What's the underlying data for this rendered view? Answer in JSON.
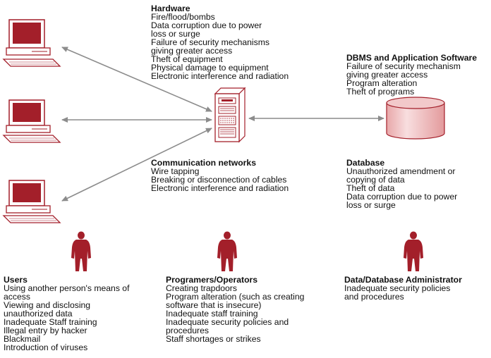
{
  "colors": {
    "accent": "#a31f2a",
    "arrow": "#8c8c8c",
    "text": "#111111"
  },
  "hardware": {
    "title": "Hardware",
    "lines": [
      "Fire/flood/bombs",
      "Data corruption due to power",
      "loss or surge",
      "Failure of security mechanisms",
      "giving greater access",
      "Theft of equipment",
      "Physical damage to equipment",
      "Electronic interference and radiation"
    ]
  },
  "dbms": {
    "title": "DBMS and Application Software",
    "lines": [
      "Failure of security mechanism",
      "giving greater access",
      "Program alteration",
      "Theft of programs"
    ]
  },
  "communication": {
    "title": "Communication networks",
    "lines": [
      "Wire tapping",
      "Breaking or disconnection of cables",
      "Electronic interference and radiation"
    ]
  },
  "database": {
    "title": "Database",
    "lines": [
      "Unauthorized amendment or",
      "copying of data",
      "Theft of data",
      "Data corruption due to power",
      "loss or surge"
    ]
  },
  "users": {
    "title": "Users",
    "lines": [
      "Using another person's means of",
      "access",
      "Viewing and disclosing",
      "unauthorized data",
      "Inadequate Staff training",
      "Illegal entry by hacker",
      "Blackmail",
      "Introduction of viruses"
    ]
  },
  "programmers": {
    "title": "Programers/Operators",
    "lines": [
      "Creating trapdoors",
      "Program alteration (such as creating",
      "software that is insecure)",
      "Inadequate staff training",
      "Inadequate security policies and",
      "procedures",
      "Staff shortages or strikes"
    ]
  },
  "dba": {
    "title": "Data/Database Administrator",
    "lines": [
      "Inadequate security policies",
      "and procedures"
    ]
  },
  "icons": {
    "terminal": "computer-terminal-icon",
    "server": "server-tower-icon",
    "database": "database-cylinder-icon",
    "person": "person-silhouette-icon"
  }
}
